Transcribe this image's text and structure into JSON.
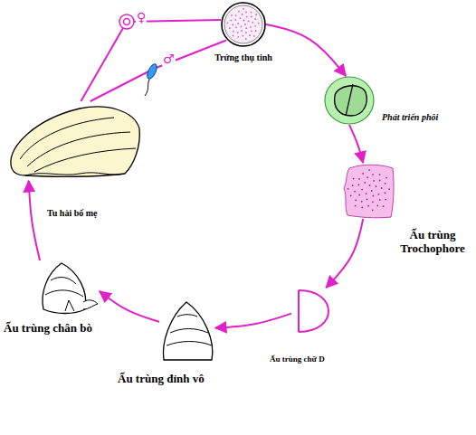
{
  "diagram": {
    "nodes": [
      {
        "text": [
          "Tu hài bố mẹ"
        ]
      },
      {
        "text": [
          "Trứng thụ tinh"
        ]
      },
      {
        "text": [
          "Phát triển phôi"
        ]
      },
      {
        "text": [
          "Ấu trùng Trochophore"
        ]
      },
      {
        "text": [
          "Ấu trùng chữ D"
        ]
      },
      {
        "text": [
          "Ấu trùng đỉnh vô"
        ]
      },
      {
        "text": [
          "Ấu trùng chân bò"
        ]
      }
    ],
    "edges": [
      {
        "from": 1,
        "to": 2,
        "arrow": "to"
      },
      {
        "from": 2,
        "to": 3,
        "arrow": "to"
      },
      {
        "from": 3,
        "to": 4,
        "arrow": "to"
      },
      {
        "from": 4,
        "to": 5,
        "arrow": "to"
      },
      {
        "from": 5,
        "to": 6,
        "arrow": "to"
      },
      {
        "from": 6,
        "to": 0,
        "arrow": "to"
      },
      {
        "from": 0,
        "to": 1,
        "arrow": "none",
        "label": "♀"
      },
      {
        "from": 0,
        "to": 1,
        "arrow": "none",
        "label": "♂"
      }
    ]
  }
}
